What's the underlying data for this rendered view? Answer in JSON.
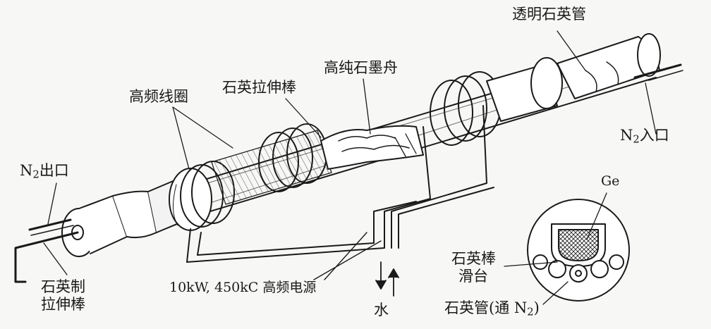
{
  "labels": {
    "transparent_tube": "透明石英管",
    "graphite_boat": "高纯石墨舟",
    "quartz_pull_rod": "石英拉伸棒",
    "rf_coil": "高频线圈",
    "n2_inlet_text": "N",
    "n2_inlet_sub": "2",
    "n2_inlet_suffix": "入口",
    "n2_outlet_text": "N",
    "n2_outlet_sub": "2",
    "n2_outlet_suffix": "出口",
    "quartz_rod_line1": "石英制",
    "quartz_rod_line2": "拉伸棒",
    "power_supply": "10kW, 450kC 高频电源",
    "water": "水",
    "ge": "Ge",
    "slide_line1": "石英棒",
    "slide_line2": "滑台",
    "quartz_tube_prefix": "石英管(通 N",
    "quartz_tube_sub": "2",
    "quartz_tube_suffix": ")"
  }
}
